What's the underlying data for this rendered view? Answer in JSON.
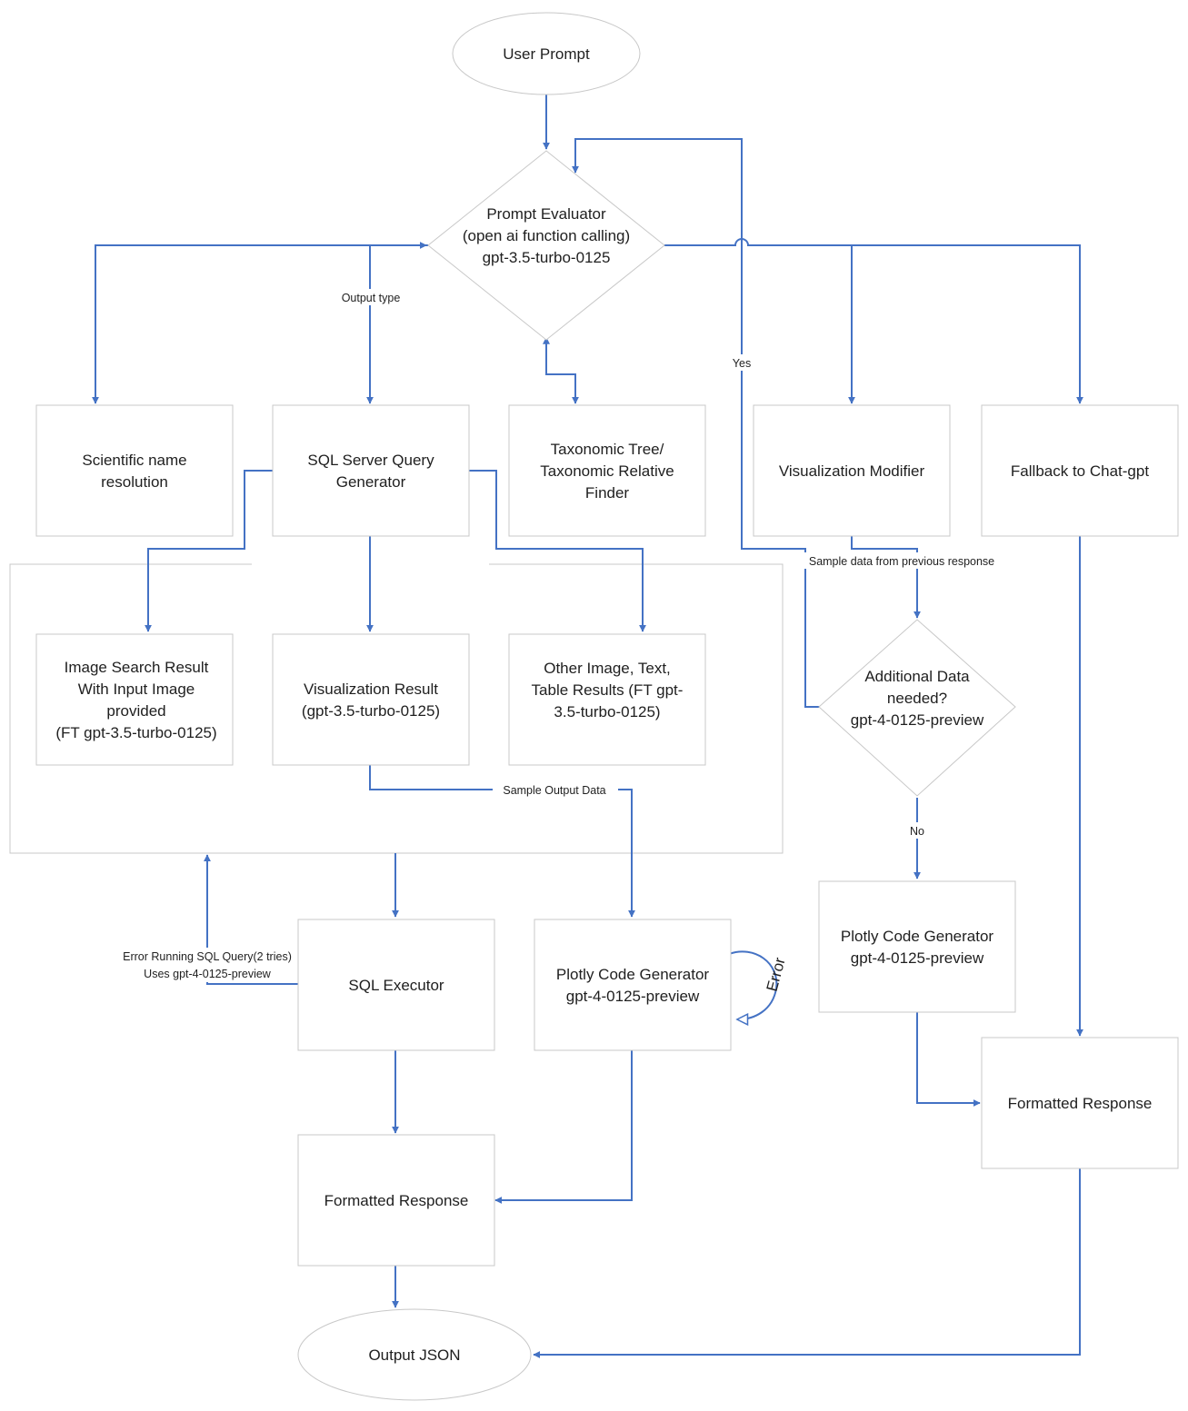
{
  "colors": {
    "edge": "#4472c4",
    "node_border": "#c8c8c8",
    "text": "#1f1f1f"
  },
  "nodes": {
    "user_prompt": [
      "User Prompt"
    ],
    "prompt_evaluator": [
      "Prompt Evaluator",
      "(open ai function calling)",
      "gpt-3.5-turbo-0125"
    ],
    "scientific_name": [
      "Scientific name",
      "resolution"
    ],
    "sql_query_generator": [
      "SQL Server Query",
      "Generator"
    ],
    "taxonomic_tree": [
      "Taxonomic Tree/",
      "Taxonomic Relative",
      "Finder"
    ],
    "visualization_modifier": [
      "Visualization Modifier"
    ],
    "fallback_chatgpt": [
      "Fallback to Chat-gpt"
    ],
    "image_search_result": [
      "Image Search Result",
      "With Input Image",
      "provided",
      "(FT gpt-3.5-turbo-0125)"
    ],
    "visualization_result": [
      "Visualization Result",
      "(gpt-3.5-turbo-0125)"
    ],
    "other_results": [
      "Other Image, Text,",
      "Table Results (FT gpt-",
      "3.5-turbo-0125)"
    ],
    "additional_data": [
      "Additional Data",
      "needed?",
      "gpt-4-0125-preview"
    ],
    "plotly_generator_right": [
      "Plotly Code Generator",
      "gpt-4-0125-preview"
    ],
    "sql_executor": [
      "SQL Executor"
    ],
    "plotly_generator_center": [
      "Plotly Code Generator",
      "gpt-4-0125-preview"
    ],
    "formatted_response_right": [
      "Formatted Response"
    ],
    "formatted_response_center": [
      "Formatted Response"
    ],
    "output_json": [
      "Output JSON"
    ]
  },
  "edge_labels": {
    "output_type": [
      "Output type"
    ],
    "yes": [
      "Yes"
    ],
    "sample_previous": [
      "Sample data from previous response"
    ],
    "no": [
      "No"
    ],
    "sample_output": [
      "Sample Output Data"
    ],
    "sql_error": [
      "Error Running SQL Query(2 tries)",
      "Uses gpt-4-0125-preview"
    ],
    "plotly_error": [
      "Error"
    ]
  }
}
